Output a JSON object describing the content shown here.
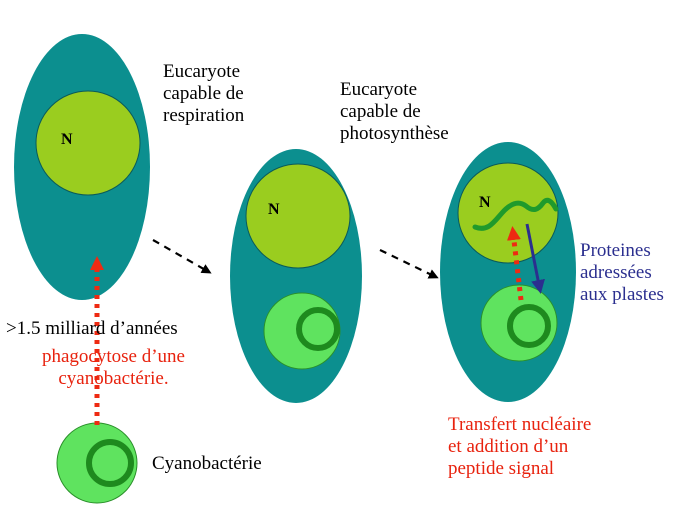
{
  "labels": {
    "euk_resp": [
      "Eucaryote",
      "capable de",
      "respiration"
    ],
    "euk_photo": [
      "Eucaryote",
      "capable de",
      "photosynthèse"
    ],
    "time": ">1.5  milliard d’années",
    "phago": [
      "phagocytose d’une",
      "cyanobactérie."
    ],
    "cyano": "Cyanobactérie",
    "proteins": [
      "Proteines",
      "adressées",
      "aux plastes"
    ],
    "transfer": [
      "Transfert nucléaire",
      "et addition d’un",
      "peptide signal"
    ],
    "nucleus": "N"
  },
  "colors": {
    "cell": "#0c8f8f",
    "nucleus": "#9acd1f",
    "plastid": "#5fe35f",
    "plastid_ring": "#1e8a1e",
    "gene": "#1f9a2c",
    "red_arrow": "#ee2a12",
    "blue_arrow": "#2b2f8f",
    "red_text": "#e8220e",
    "blue_text": "#2b2f8f"
  }
}
